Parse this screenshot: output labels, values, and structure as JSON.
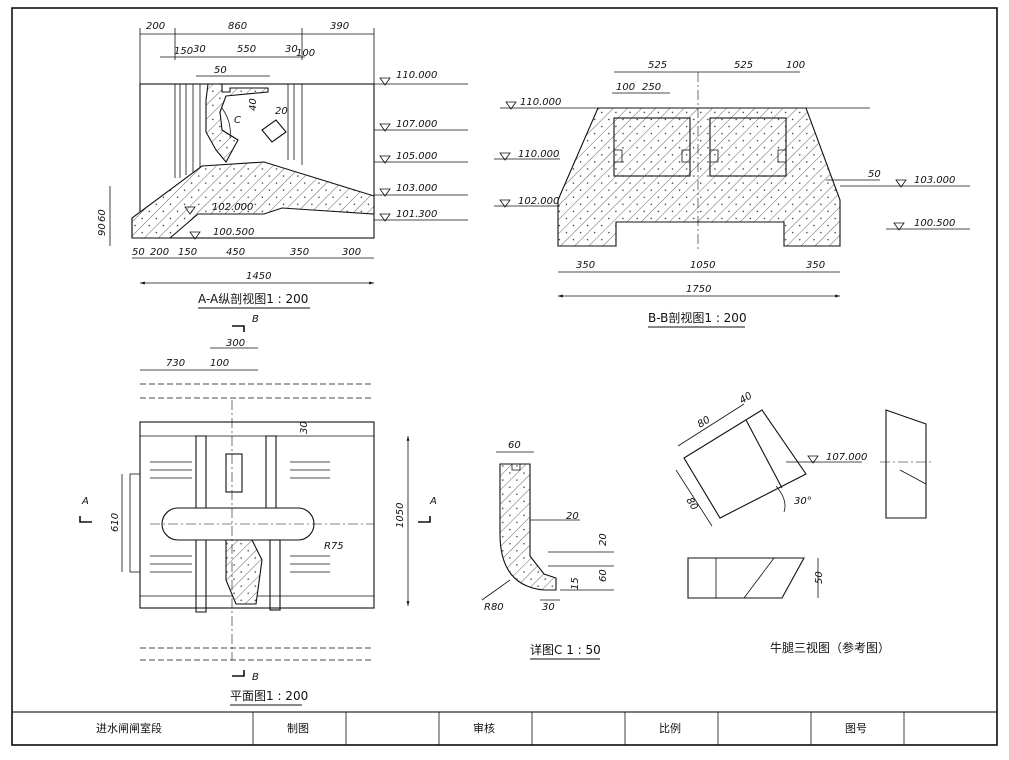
{
  "views": {
    "aa": {
      "caption": "A-A纵剖视图1 : 200",
      "top_dims": [
        "200",
        "860",
        "390"
      ],
      "sub_dims": [
        "150",
        "30",
        "550",
        "30",
        "100"
      ],
      "detail_dims": [
        "50",
        "40",
        "20"
      ],
      "detail_marker": "C",
      "elevations": [
        "110.000",
        "107.000",
        "105.000",
        "103.000",
        "101.300",
        "102.000",
        "100.500"
      ],
      "left_dims": [
        "90",
        "60"
      ],
      "bottom_dims": [
        "50",
        "200",
        "150",
        "450",
        "350",
        "300"
      ],
      "overall": "1450"
    },
    "bb": {
      "caption": "B-B剖视图1 : 200",
      "top_dims": [
        "525",
        "525",
        "100"
      ],
      "sub_dims": [
        "100",
        "250"
      ],
      "elevations": [
        "110.000",
        "110.000",
        "102.000",
        "103.000",
        "100.500"
      ],
      "side_dim": "50",
      "bottom_dims": [
        "350",
        "1050",
        "350"
      ],
      "overall": "1750"
    },
    "plan": {
      "caption": "平面图1 : 200",
      "top_dims": [
        "730",
        "100",
        "300"
      ],
      "side_dims": [
        "30",
        "610",
        "1050"
      ],
      "radius": "R75",
      "section_marks": [
        "A",
        "A",
        "B",
        "B"
      ]
    },
    "detail": {
      "caption": "详图C 1 : 50",
      "dims": [
        "60",
        "20",
        "20",
        "60",
        "15",
        "30"
      ],
      "radius": "R80"
    },
    "corbel": {
      "caption": "牛腿三视图（参考图）",
      "dims": [
        "80",
        "40",
        "80",
        "50"
      ],
      "elevation": "107.000",
      "angle": "30°"
    }
  },
  "title_block": {
    "cells": [
      "进水闸闸室段",
      "制图",
      "",
      "审核",
      "",
      "比例",
      "",
      "图号",
      ""
    ]
  }
}
